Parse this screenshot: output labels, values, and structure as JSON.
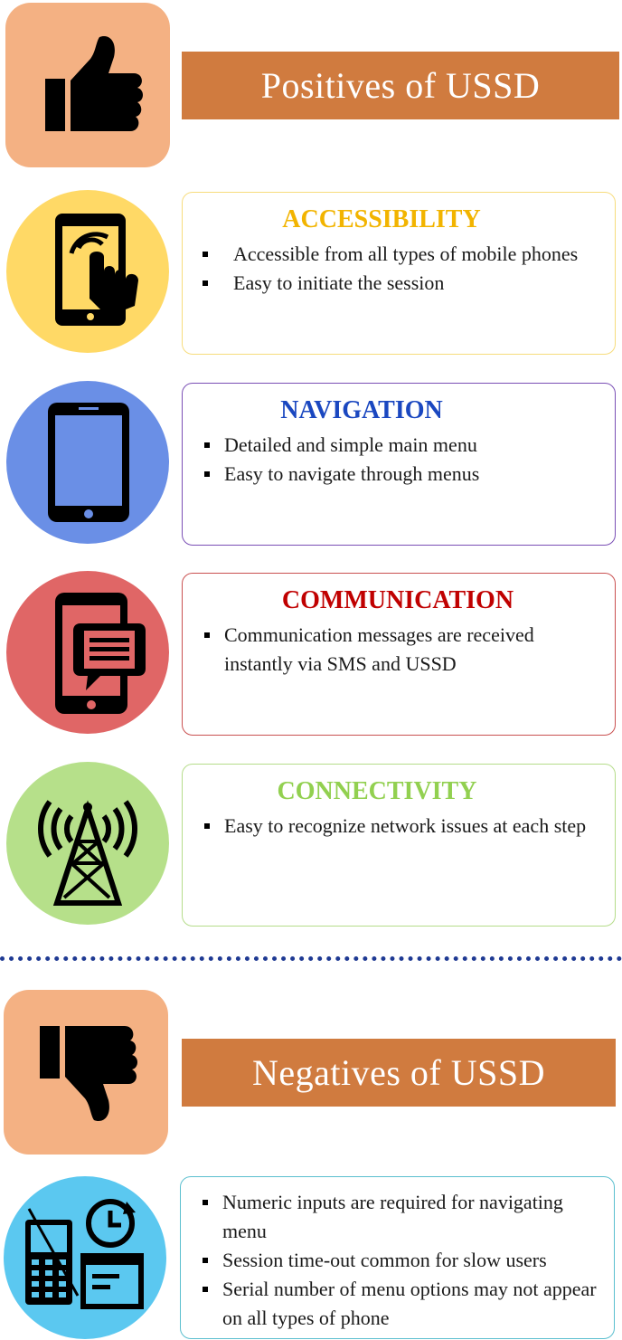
{
  "positives": {
    "title": "Positives of USSD",
    "icon": "thumbs-up-icon"
  },
  "cards": [
    {
      "title": "ACCESSIBILITY",
      "title_color": "#f2b400",
      "border_color": "#f7dc7d",
      "circle_color": "#ffd966",
      "icon": "touch-phone-icon",
      "bullets": [
        "Accessible from all types of mobile phones",
        "Easy to initiate the session"
      ]
    },
    {
      "title": "NAVIGATION",
      "title_color": "#1a47c0",
      "border_color": "#7a4fb5",
      "circle_color": "#6a8fe6",
      "icon": "tablet-icon",
      "bullets": [
        "Detailed and simple main menu",
        "Easy to navigate through menus"
      ]
    },
    {
      "title": "COMMUNICATION",
      "title_color": "#c00000",
      "border_color": "#c95050",
      "circle_color": "#e06666",
      "icon": "phone-message-icon",
      "bullets": [
        "Communication messages are received instantly via SMS and USSD"
      ]
    },
    {
      "title": "CONNECTIVITY",
      "title_color": "#92d050",
      "border_color": "#b5dc8a",
      "circle_color": "#b6e08a",
      "icon": "signal-tower-icon",
      "bullets": [
        "Easy to recognize network issues at each step"
      ]
    }
  ],
  "negatives": {
    "title": "Negatives of USSD",
    "icon": "thumbs-down-icon",
    "circle_color": "#5bc8f0",
    "border_color": "#5bbfcf",
    "card_icon": "old-phone-timeout-icon",
    "bullets": [
      "Numeric inputs are required for navigating menu",
      "Session time-out common for slow users",
      "Serial number of menu options may not appear on all types of phone"
    ]
  }
}
